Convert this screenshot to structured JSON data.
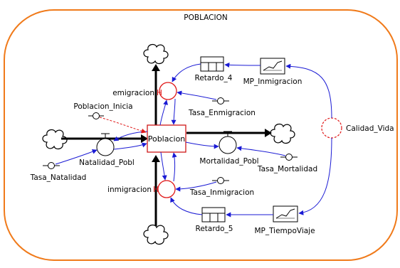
{
  "model": {
    "sector_title": "POBLACION",
    "stock": "Poblacion",
    "flows": {
      "natalidad": "Natalidad_Pobl",
      "mortalidad": "Mortalidad_Pobl",
      "emigracion": "emigracion",
      "inmigracion": "inmigracion"
    },
    "converters": {
      "poblacion_inicial": "Poblacion_Inicia",
      "tasa_natalidad": "Tasa_Natalidad",
      "tasa_mortalidad": "Tasa_Mortalidad",
      "tasa_emigracion": "Tasa_Enmigracion",
      "tasa_inmigracion": "Tasa_Inmigracion",
      "calidad_vida": "Calidad_Vida"
    },
    "delays": {
      "retardo_4": "Retardo_4",
      "retardo_5": "Retardo_5"
    },
    "lookups": {
      "mp_inmigracion": "MP_Inmigracion",
      "mp_tiempo_viaje": "MP_TiempoViaje"
    },
    "flow_marker": "H"
  },
  "colors": {
    "sector_border": "#f07a1a",
    "flow_pipe": "#000000",
    "link": "#1a1ad4",
    "stock_border": "#d01818",
    "rate_valve": "#e01818",
    "dashed_link": "#e01818"
  }
}
